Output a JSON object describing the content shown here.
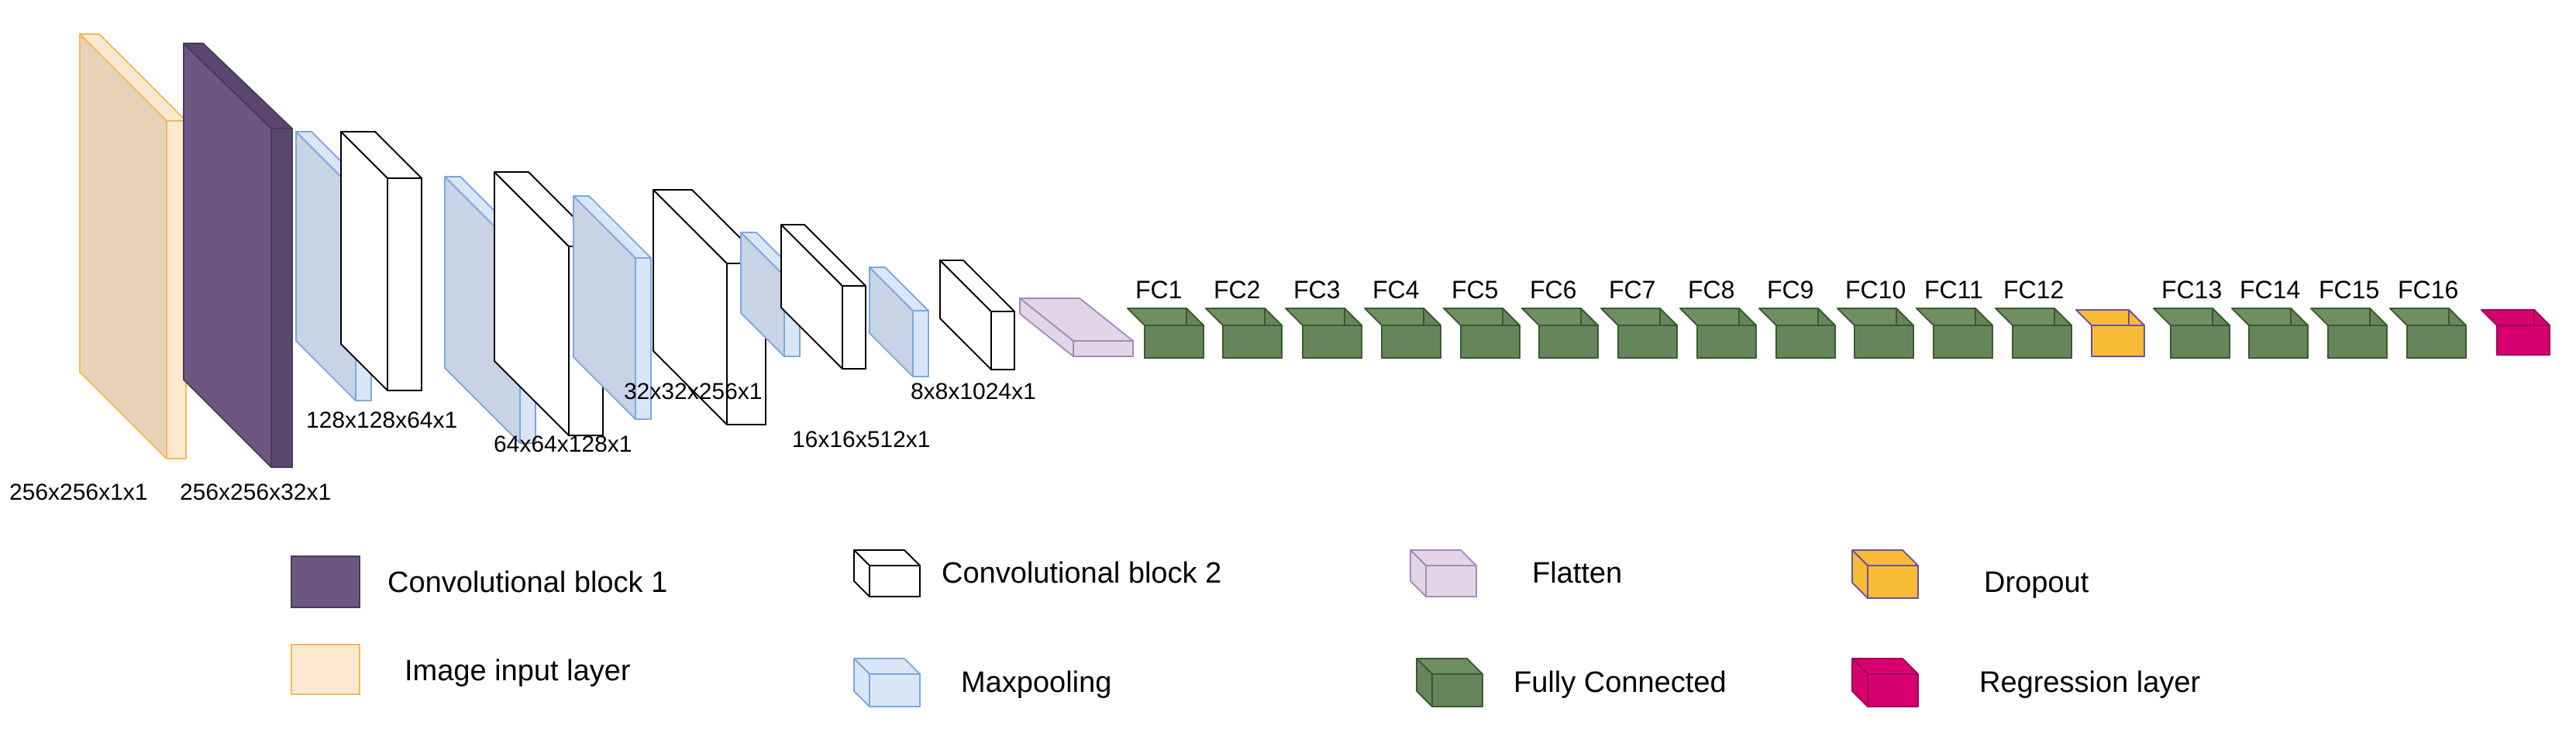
{
  "colors": {
    "input_front": "#e8d2b9",
    "input_side": "#fde9cf",
    "input_stroke": "#f3b85a",
    "conv1_front": "#6b5780",
    "conv1_side": "#5a476d",
    "conv1_stroke": "#4a3a5c",
    "conv2_fill": "#ffffff",
    "conv2_stroke": "#000000",
    "maxpool_front": "#c9d3e6",
    "maxpool_side": "#d9e6f7",
    "maxpool_stroke": "#7ea6e0",
    "flatten_fill": "#e1d5e7",
    "flatten_stroke": "#a48ab7",
    "fc_front": "#67855a",
    "fc_top": "#6f8e61",
    "fc_stroke": "#3a5a2f",
    "dropout_fill": "#f7bb36",
    "dropout_stroke": "#7050a0",
    "regression_fill": "#d6006f",
    "regression_stroke": "#a00055"
  },
  "dimension_labels": {
    "input": "256x256x1x1",
    "conv1": "256x256x32x1",
    "block2": "128x128x64x1",
    "block3": "64x64x128x1",
    "block4": "32x32x256x1",
    "block5": "16x16x512x1",
    "block6": "8x8x1024x1"
  },
  "fc_labels": [
    "FC1",
    "FC2",
    "FC3",
    "FC4",
    "FC5",
    "FC6",
    "FC7",
    "FC8",
    "FC9",
    "FC10",
    "FC11",
    "FC12",
    "FC13",
    "FC14",
    "FC15",
    "FC16"
  ],
  "legend": {
    "conv1": "Convolutional block 1",
    "input": "Image input layer",
    "conv2": "Convolutional block 2",
    "maxpool": "Maxpooling",
    "flatten": "Flatten",
    "fc": "Fully Connected",
    "dropout": "Dropout",
    "regression": "Regression layer"
  }
}
